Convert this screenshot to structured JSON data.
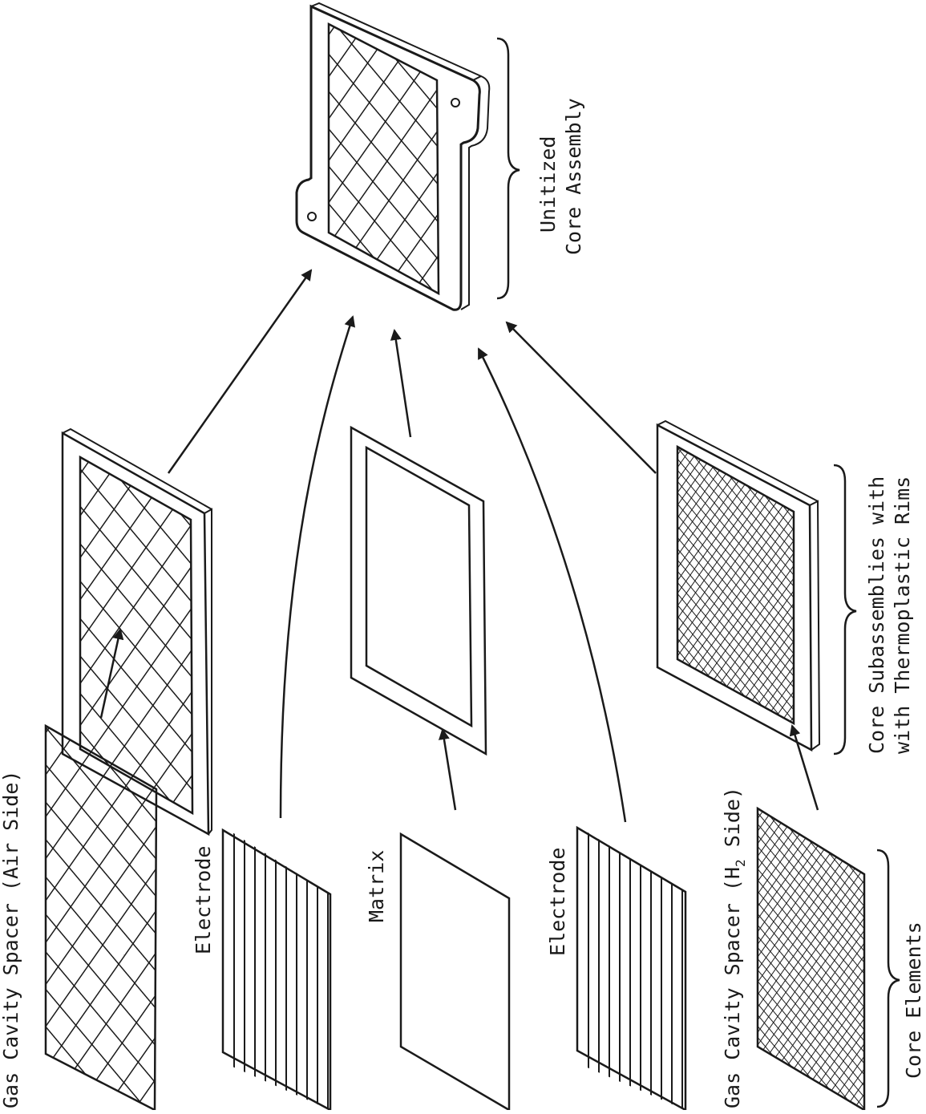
{
  "figure": {
    "labels": {
      "gas_spacer_air": "Gas Cavity Spacer (Air Side)",
      "electrode_1": "Electrode",
      "matrix": "Matrix",
      "electrode_2": "Electrode",
      "gas_spacer_h2_prefix": "Gas Cavity Spacer (H",
      "gas_spacer_h2_subscript": "2",
      "gas_spacer_h2_suffix": " Side)",
      "core_elements": "Core Elements",
      "core_subassemblies_line1": "Core Subassemblies with",
      "core_subassemblies_line2": "with Thermoplastic Rims",
      "unitized_line1": "Unitized",
      "unitized_line2": "Core Assembly"
    },
    "colors": {
      "ink": "#1a1a1a",
      "paper": "#ffffff"
    }
  }
}
